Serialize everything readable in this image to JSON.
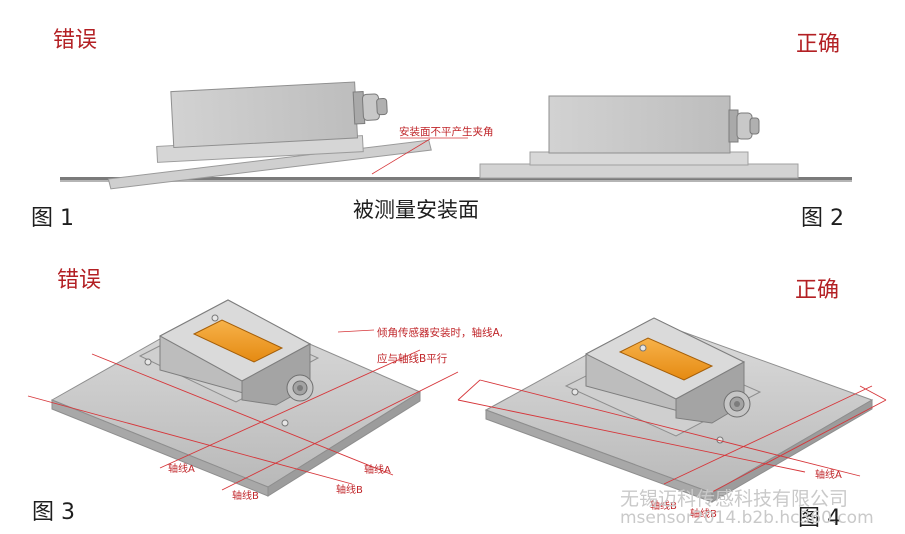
{
  "top": {
    "wrong_label": "错误",
    "right_label": "正确",
    "surface_label": "被测量安装面",
    "fig1_label": "图 1",
    "fig2_label": "图 2",
    "annotation": "安装面不平产生夹角"
  },
  "bottom": {
    "wrong_label": "错误",
    "right_label": "正确",
    "fig3_label": "图 3",
    "fig4_label": "图 4",
    "annotation_line1": "倾角传感器安装时，轴线A,",
    "annotation_line2": "应与轴线B平行",
    "fig3_axis_a_left": "轴线A",
    "fig3_axis_a_right": "轴线A",
    "fig3_axis_b_left": "轴线B",
    "fig3_axis_b_right": "轴线B",
    "fig4_axis_a": "轴线A",
    "fig4_axis_b_left": "轴线B",
    "fig4_axis_b_right": "轴线B"
  },
  "watermark": {
    "company": "无锡迈科传感科技有限公司",
    "url": "msensor2014.b2b.hc360.com"
  },
  "colors": {
    "label_red": "#b32024",
    "line_red": "#d6363a",
    "metal_gray": "#c4c4c4",
    "orange_window": "#f29a1c"
  }
}
